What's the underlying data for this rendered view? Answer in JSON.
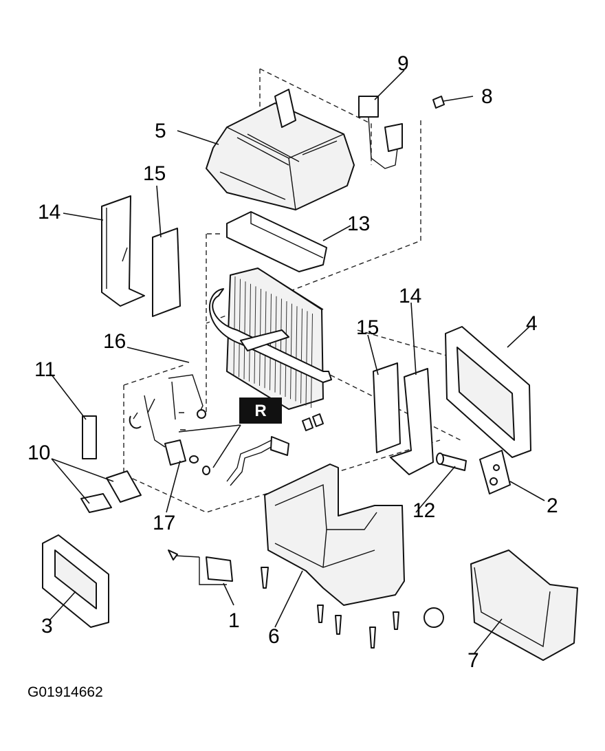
{
  "callouts": {
    "c1": "1",
    "c2": "2",
    "c3": "3",
    "c4": "4",
    "c5": "5",
    "c6": "6",
    "c7": "7",
    "c8": "8",
    "c9": "9",
    "c10": "10",
    "c11": "11",
    "c12": "12",
    "c13": "13",
    "c14a": "14",
    "c14b": "14",
    "c15a": "15",
    "c15b": "15",
    "c16": "16",
    "c17": "17"
  },
  "badge": "R",
  "figure_id": "G01914662"
}
